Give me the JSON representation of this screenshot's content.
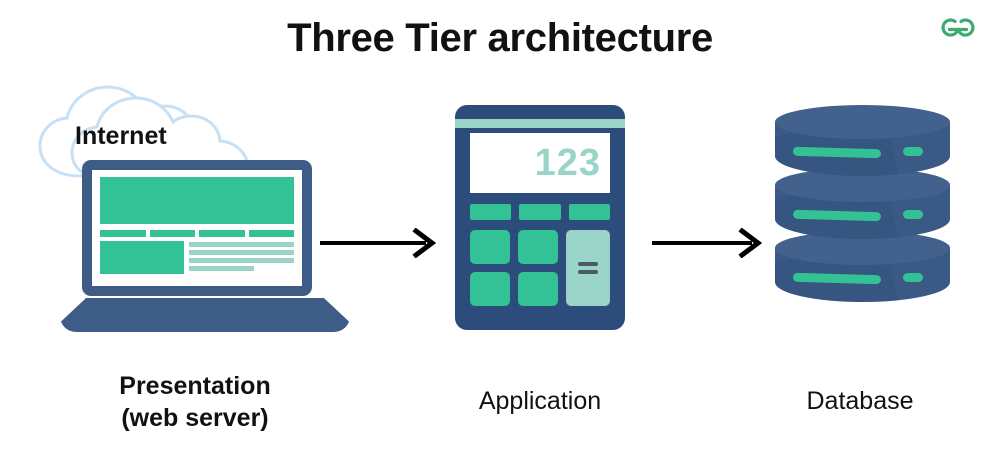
{
  "diagram": {
    "title": "Three Tier architecture",
    "brand": {
      "logo_name": "geeksforgeeks-logo",
      "color": "#3cab6d"
    },
    "palette": {
      "green": "#33c296",
      "light_green": "#9ad4c8",
      "navy": "#3d5c86",
      "deep_navy": "#2c4d7c",
      "db_navy": "#3a5a85",
      "db_top": "#42628d",
      "cloud_outline": "#c7e0f4",
      "text": "#111111",
      "arrow": "#000000"
    },
    "tiers": [
      {
        "id": "presentation",
        "icon": "laptop-icon",
        "caption_line1": "Presentation",
        "caption_line2": "(web server)",
        "cloud_label": "Internet"
      },
      {
        "id": "application",
        "icon": "calculator-icon",
        "caption_line1": "Application",
        "display_value": "123",
        "equals_symbol": "="
      },
      {
        "id": "database",
        "icon": "database-stack-icon",
        "caption_line1": "Database",
        "disk_count": 3
      }
    ],
    "arrows": [
      {
        "id": "arrow-presentation-to-application",
        "direction": "right"
      },
      {
        "id": "arrow-application-to-database",
        "direction": "right"
      }
    ]
  }
}
